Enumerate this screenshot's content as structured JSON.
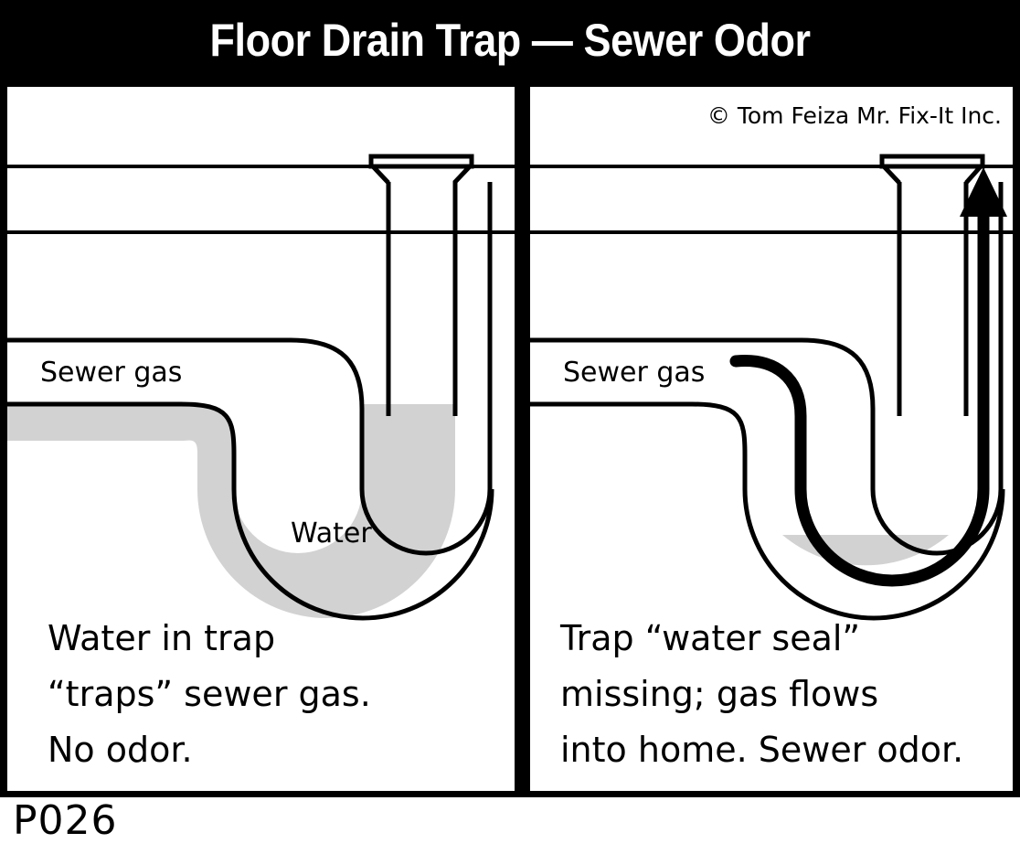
{
  "header": {
    "title": "Floor Drain Trap — Sewer Odor"
  },
  "copyright": "© Tom Feiza Mr. Fix-It Inc.",
  "footer": {
    "code": "P026"
  },
  "colors": {
    "background": "#000000",
    "panel": "#ffffff",
    "ink": "#000000",
    "water_fill": "#d2d2d2"
  },
  "panels": [
    {
      "id": "left",
      "name": "trap-with-water-seal",
      "labels": {
        "sewer_gas": "Sewer gas",
        "water": "Water"
      },
      "caption": [
        "Water in trap",
        "“traps” sewer gas.",
        "No odor."
      ],
      "water_present": true,
      "gas_flow_arrow": false
    },
    {
      "id": "right",
      "name": "trap-missing-water-seal",
      "labels": {
        "sewer_gas": "Sewer gas"
      },
      "caption": [
        "Trap “water seal”",
        "missing; gas flows",
        "into home. Sewer odor."
      ],
      "water_present": false,
      "gas_flow_arrow": true
    }
  ]
}
